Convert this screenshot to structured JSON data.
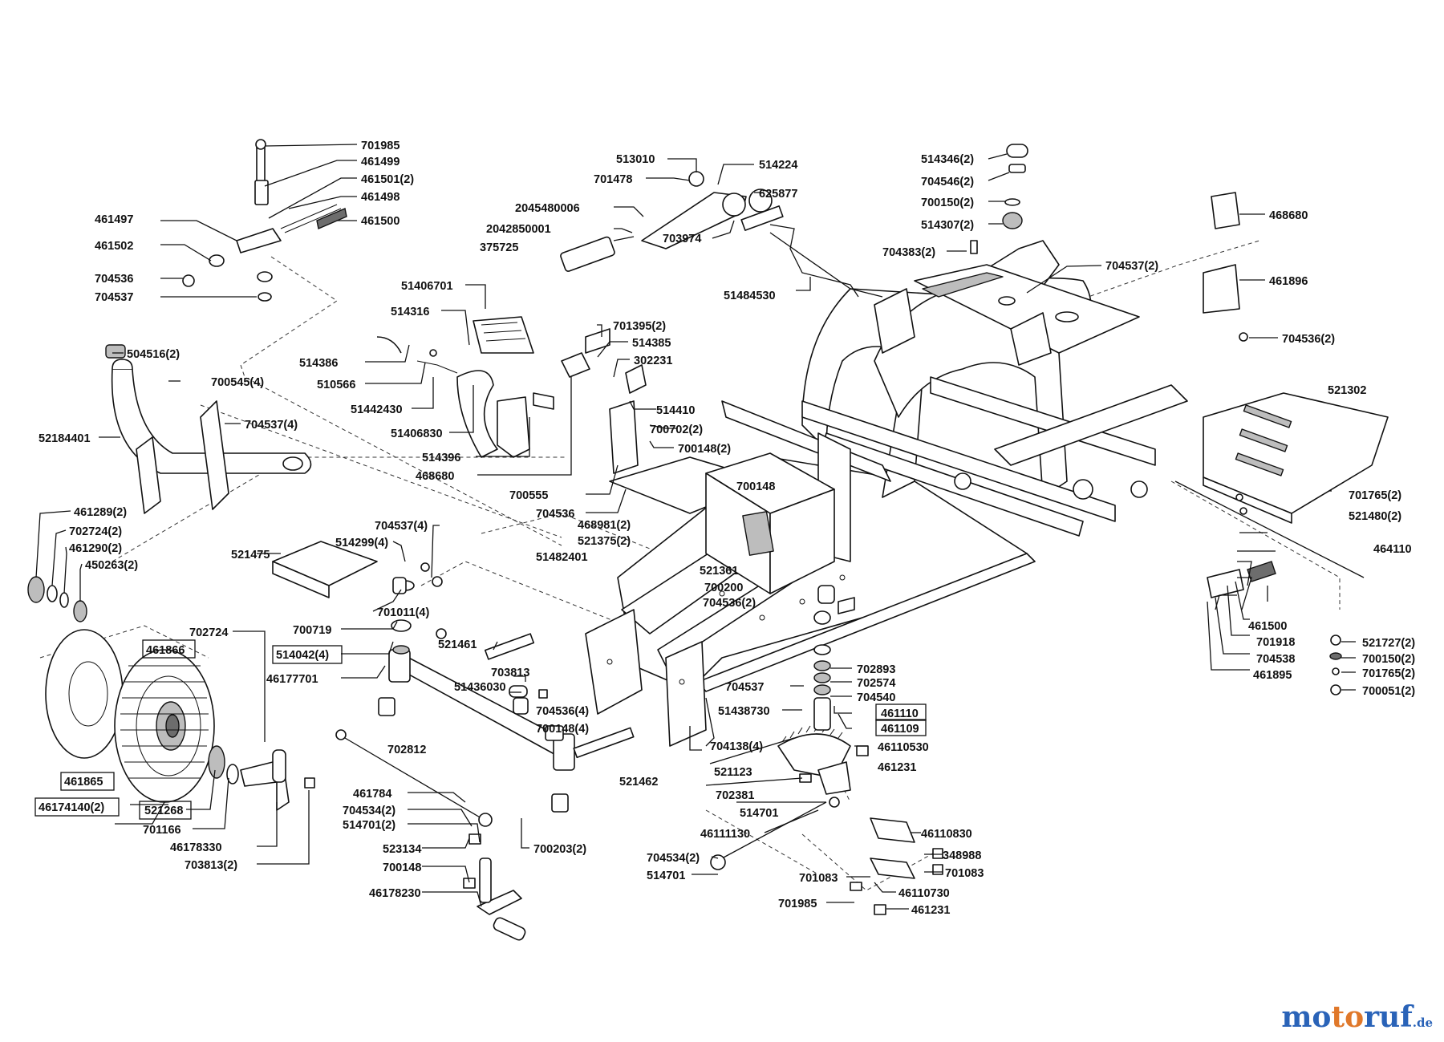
{
  "brand": {
    "part1": "mo",
    "part2": "to",
    "part3": "ruf",
    "tld": ".de"
  },
  "labels": [
    "701985",
    "461499",
    "461501(2)",
    "461498",
    "461497",
    "461500",
    "461502",
    "704536",
    "704537",
    "513010",
    "514224",
    "701478",
    "625877",
    "2045480006",
    "2042850001",
    "703974",
    "375725",
    "51484530",
    "514346(2)",
    "704546(2)",
    "700150(2)",
    "514307(2)",
    "704383(2)",
    "704537(2)",
    "468680",
    "461896",
    "704536(2)",
    "51406701",
    "514316",
    "701395(2)",
    "514385",
    "302231",
    "514386",
    "510566",
    "51442430",
    "51406830",
    "514396",
    "468680",
    "504516(2)",
    "700545(4)",
    "704537(4)",
    "52184401",
    "514410",
    "700702(2)",
    "700148(2)",
    "700555",
    "704536",
    "521302",
    "701765(2)",
    "521480(2)",
    "464110",
    "700148",
    "468981(2)",
    "521375(2)",
    "51482401",
    "521361",
    "700200",
    "704536(2)",
    "461289(2)",
    "702724(2)",
    "461290(2)",
    "450263(2)",
    "521475",
    "704537(4)",
    "514299(4)",
    "701011(4)",
    "702724",
    "461866",
    "700719",
    "514042(4)",
    "46177701",
    "521461",
    "703813",
    "51436030",
    "461500",
    "701918",
    "704538",
    "461895",
    "521727(2)",
    "700150(2)",
    "701765(2)",
    "700051(2)",
    "702893",
    "702574",
    "704540",
    "461110",
    "461109",
    "704537",
    "51438730",
    "46110530",
    "704138(4)",
    "461231",
    "704536(4)",
    "700148(4)",
    "521462",
    "702812",
    "521123",
    "702381",
    "514701",
    "461865",
    "46174140(2)",
    "521268",
    "701166",
    "46178330",
    "703813(2)",
    "461784",
    "704534(2)",
    "514701(2)",
    "700203(2)",
    "523134",
    "700148",
    "46178230",
    "46111130",
    "704534(2)",
    "514701",
    "46110830",
    "348988",
    "701083",
    "701083",
    "46110730",
    "701985",
    "461231"
  ]
}
